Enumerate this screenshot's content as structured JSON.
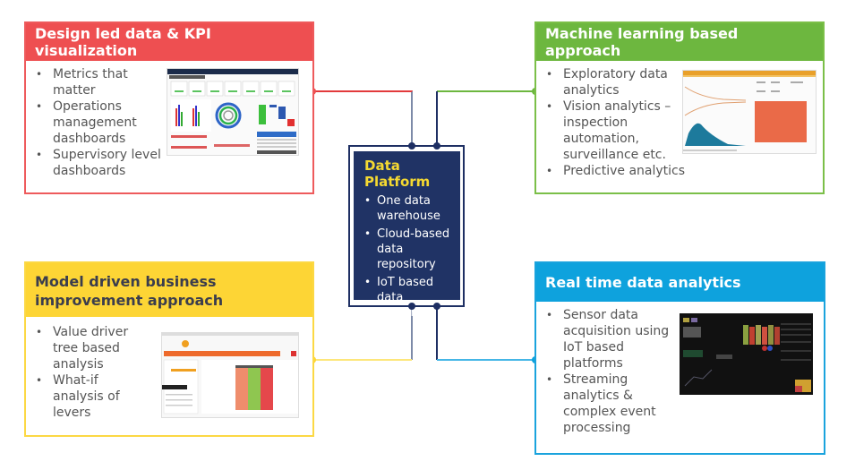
{
  "center": {
    "title": "Data Platform",
    "items": [
      "One data warehouse",
      "Cloud-based data repository",
      "IoT based data platforms"
    ]
  },
  "cards": {
    "design": {
      "title": "Design led data & KPI visualization",
      "items": [
        "Metrics that matter",
        "Operations management dashboards",
        "Supervisory level dashboards"
      ],
      "thumbnail": "KPI dashboard screenshot",
      "color": "#ee4f51"
    },
    "ml": {
      "title": "Machine learning based approach",
      "items": [
        "Exploratory data analytics",
        "Vision analytics – inspection automation, surveillance etc.",
        "Predictive analytics"
      ],
      "thumbnail": "ML analytics screenshot",
      "color": "#6db73f"
    },
    "model": {
      "title": "Model driven business improvement approach",
      "items": [
        "Value driver tree based analysis",
        "What-if analysis of levers"
      ],
      "thumbnail": "Value driver tree tool screenshot",
      "color": "#fdd535"
    },
    "realtime": {
      "title": "Real time data analytics",
      "items": [
        "Sensor data acquisition using IoT based platforms",
        "Streaming analytics & complex event processing"
      ],
      "thumbnail": "Real-time operations dashboard screenshot",
      "color": "#0ea2dd"
    }
  },
  "connector_colors": {
    "navy": "#1e2f63",
    "slate": "#7d8aa8"
  }
}
